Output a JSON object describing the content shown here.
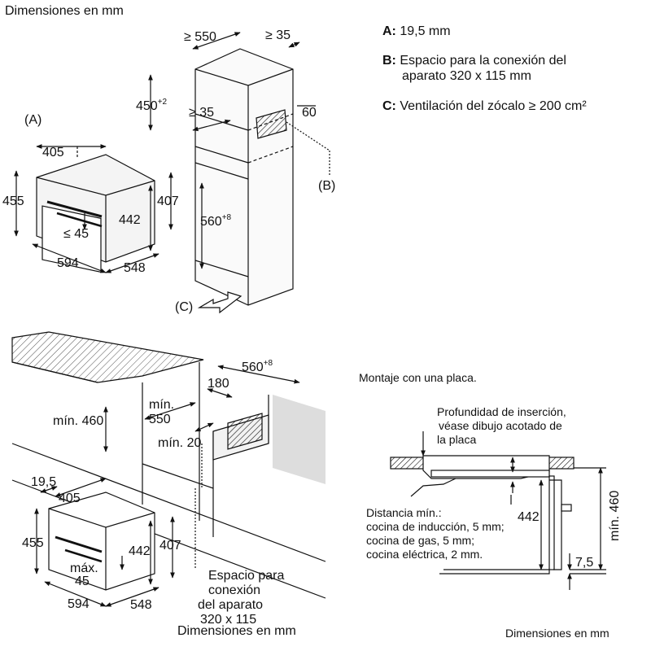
{
  "units_title": "Dimensiones en mm",
  "legend": [
    {
      "key": "A:",
      "text": "19,5 mm"
    },
    {
      "key": "B:",
      "text": "Espacio para la conexión del",
      "text2": "aparato 320 x 115 mm"
    },
    {
      "key": "C:",
      "text": "Ventilación del zócalo ≥ 200 cm²"
    }
  ],
  "tall_unit": {
    "label_A": "(A)",
    "label_B": "(B)",
    "label_C": "(C)",
    "appliance": {
      "w405": "405",
      "h455": "455",
      "h407": "407",
      "h442": "442",
      "v45": "≤ 45",
      "w594": "594",
      "d548": "548"
    },
    "cabinet": {
      "w550": "≥ 550",
      "w35top": "≥ 35",
      "h450": "450",
      "h450_sup": "+2",
      "w35": "≥ 35",
      "w60": "60",
      "h560": "560",
      "h560_sup": "+8"
    }
  },
  "under_counter": {
    "d560": "560",
    "d560_sup": "+8",
    "w180": "180",
    "min550": "mín.",
    "min550b": "550",
    "min460": "mín. 460",
    "min20": "mín. 20",
    "a19_5": "19,5",
    "appliance": {
      "w405": "405",
      "h455": "455",
      "h442": "442",
      "h407": "407",
      "max": "máx.",
      "max45": "45",
      "w594": "594",
      "d548": "548"
    },
    "connection_note": [
      "Espacio para",
      "conexión",
      "del aparato",
      "320 x 115"
    ],
    "units": "Dimensiones en mm"
  },
  "hob_detail": {
    "title": "Montaje con una placa.",
    "depth_note": [
      "Profundidad de inserción,",
      "véase dibujo acotado de",
      "la placa"
    ],
    "distance_note": [
      "Distancia mín.:",
      "cocina de inducción, 5 mm;",
      "cocina de gas, 5 mm;",
      "cocina eléctrica, 2 mm."
    ],
    "h442": "442",
    "min460": "mín. 460",
    "h7_5": "7,5",
    "units": "Dimensiones en mm"
  }
}
